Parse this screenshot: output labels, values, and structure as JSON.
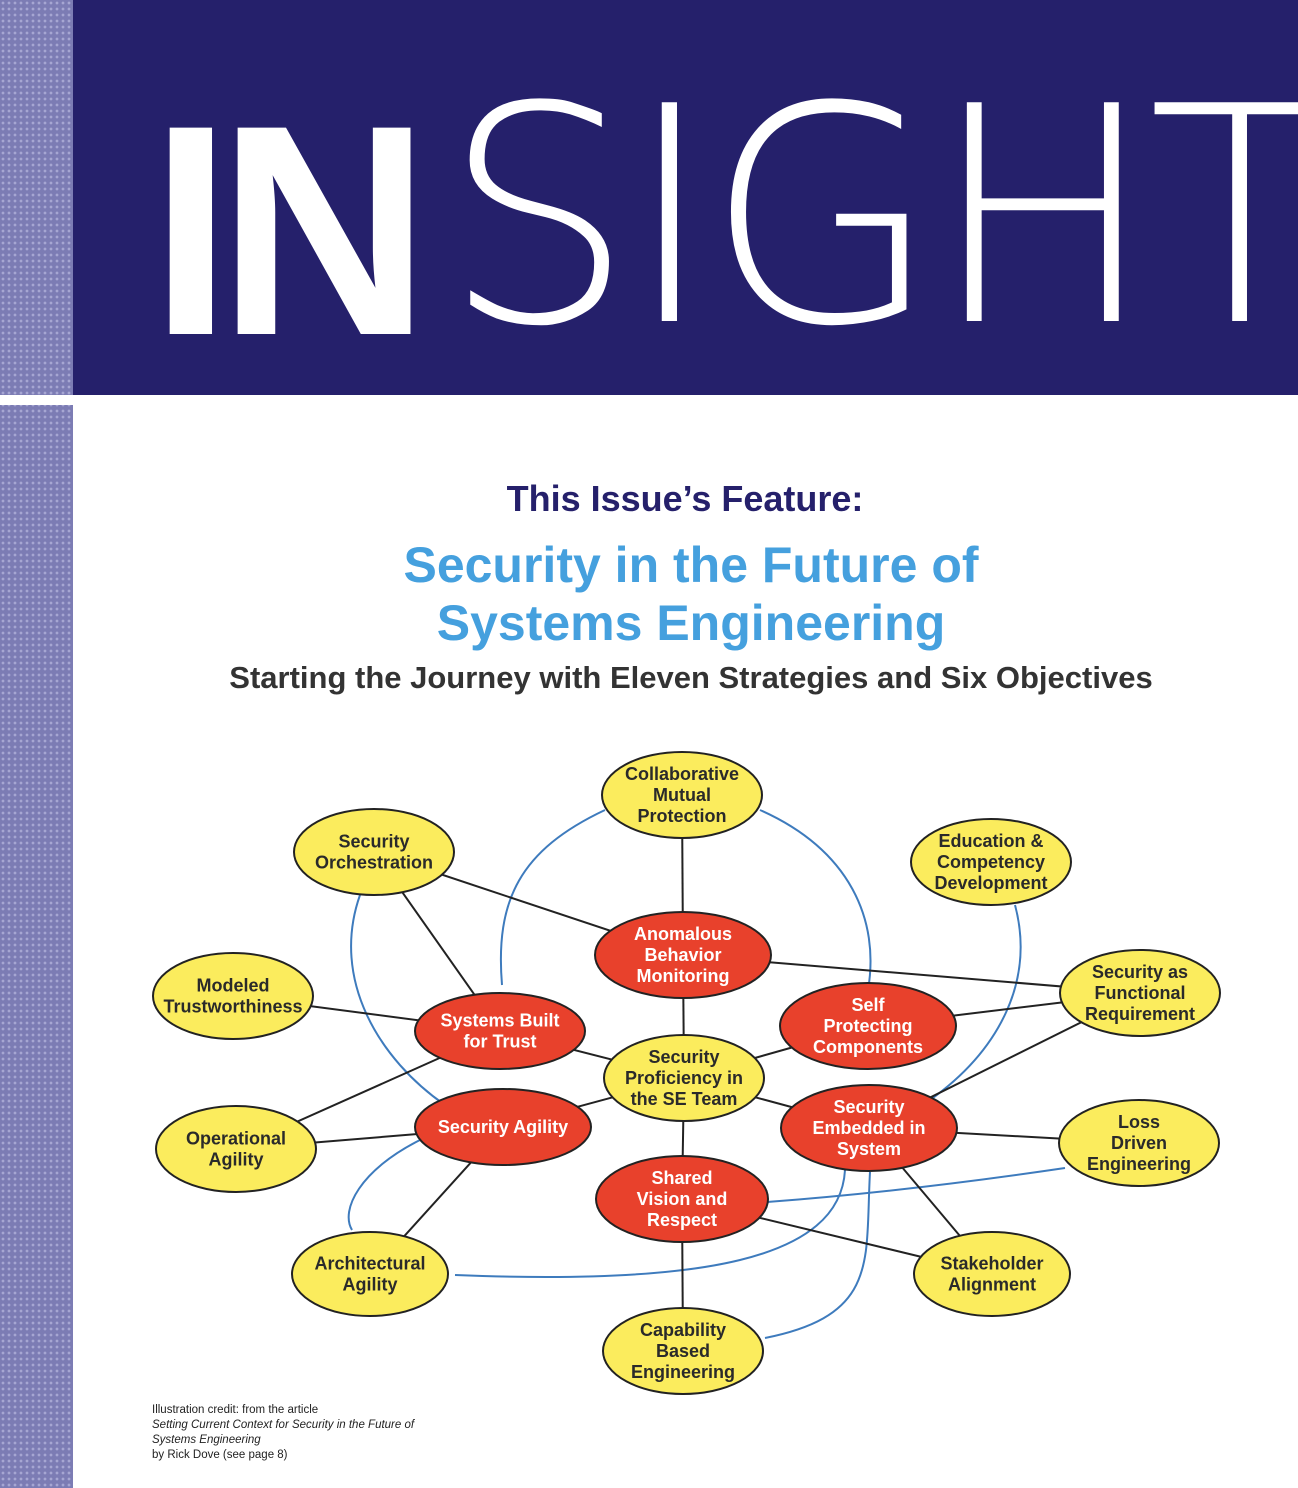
{
  "masthead": {
    "logo_bold": "IN",
    "logo_light": "SIGHT"
  },
  "feature": {
    "label": "This Issue’s Feature:",
    "title_line1": "Security in the Future of",
    "title_line2": "Systems Engineering",
    "subtitle": "Starting the Journey with Eleven Strategies and Six Objectives"
  },
  "diagram": {
    "colors": {
      "strategy_fill": "#fbec5d",
      "objective_fill": "#e8412c",
      "black_link": "#222222",
      "blue_link": "#3e7bbd"
    },
    "nodes": [
      {
        "id": "collab",
        "kind": "strategy",
        "lines": [
          "Collaborative",
          "Mutual",
          "Protection"
        ]
      },
      {
        "id": "orch",
        "kind": "strategy",
        "lines": [
          "Security",
          "Orchestration"
        ]
      },
      {
        "id": "edu",
        "kind": "strategy",
        "lines": [
          "Education &",
          "Competency",
          "Development"
        ]
      },
      {
        "id": "model",
        "kind": "strategy",
        "lines": [
          "Modeled",
          "Trustworthiness"
        ]
      },
      {
        "id": "func",
        "kind": "strategy",
        "lines": [
          "Security as",
          "Functional",
          "Requirement"
        ]
      },
      {
        "id": "opag",
        "kind": "strategy",
        "lines": [
          "Operational",
          "Agility"
        ]
      },
      {
        "id": "loss",
        "kind": "strategy",
        "lines": [
          "Loss",
          "Driven",
          "Engineering"
        ]
      },
      {
        "id": "arch",
        "kind": "strategy",
        "lines": [
          "Architectural",
          "Agility"
        ]
      },
      {
        "id": "stake",
        "kind": "strategy",
        "lines": [
          "Stakeholder",
          "Alignment"
        ]
      },
      {
        "id": "cap",
        "kind": "strategy",
        "lines": [
          "Capability",
          "Based",
          "Engineering"
        ]
      },
      {
        "id": "prof",
        "kind": "strategy",
        "lines": [
          "Security",
          "Proficiency in",
          "the SE Team"
        ]
      },
      {
        "id": "anom",
        "kind": "objective",
        "lines": [
          "Anomalous",
          "Behavior",
          "Monitoring"
        ]
      },
      {
        "id": "built",
        "kind": "objective",
        "lines": [
          "Systems Built",
          "for Trust"
        ]
      },
      {
        "id": "selfp",
        "kind": "objective",
        "lines": [
          "Self",
          "Protecting",
          "Components"
        ]
      },
      {
        "id": "agil",
        "kind": "objective",
        "lines": [
          "Security Agility"
        ]
      },
      {
        "id": "embed",
        "kind": "objective",
        "lines": [
          "Security",
          "Embedded in",
          "System"
        ]
      },
      {
        "id": "shared",
        "kind": "objective",
        "lines": [
          "Shared",
          "Vision and",
          "Respect"
        ]
      }
    ],
    "black_links": [
      [
        "collab",
        "anom"
      ],
      [
        "orch",
        "anom"
      ],
      [
        "orch",
        "built"
      ],
      [
        "anom",
        "func"
      ],
      [
        "anom",
        "prof"
      ],
      [
        "model",
        "built"
      ],
      [
        "built",
        "prof"
      ],
      [
        "built",
        "opag"
      ],
      [
        "selfp",
        "prof"
      ],
      [
        "selfp",
        "func"
      ],
      [
        "func",
        "embed"
      ],
      [
        "agil",
        "prof"
      ],
      [
        "agil",
        "opag"
      ],
      [
        "agil",
        "arch"
      ],
      [
        "embed",
        "prof"
      ],
      [
        "embed",
        "loss"
      ],
      [
        "embed",
        "stake"
      ],
      [
        "prof",
        "shared"
      ],
      [
        "shared",
        "stake"
      ],
      [
        "shared",
        "cap"
      ]
    ]
  },
  "credit": {
    "line1": "Illustration credit:  from the article",
    "line2": "Setting Current Context for Security in the Future of",
    "line3": "Systems Engineering",
    "line4": "by Rick Dove  (see page 8)"
  }
}
